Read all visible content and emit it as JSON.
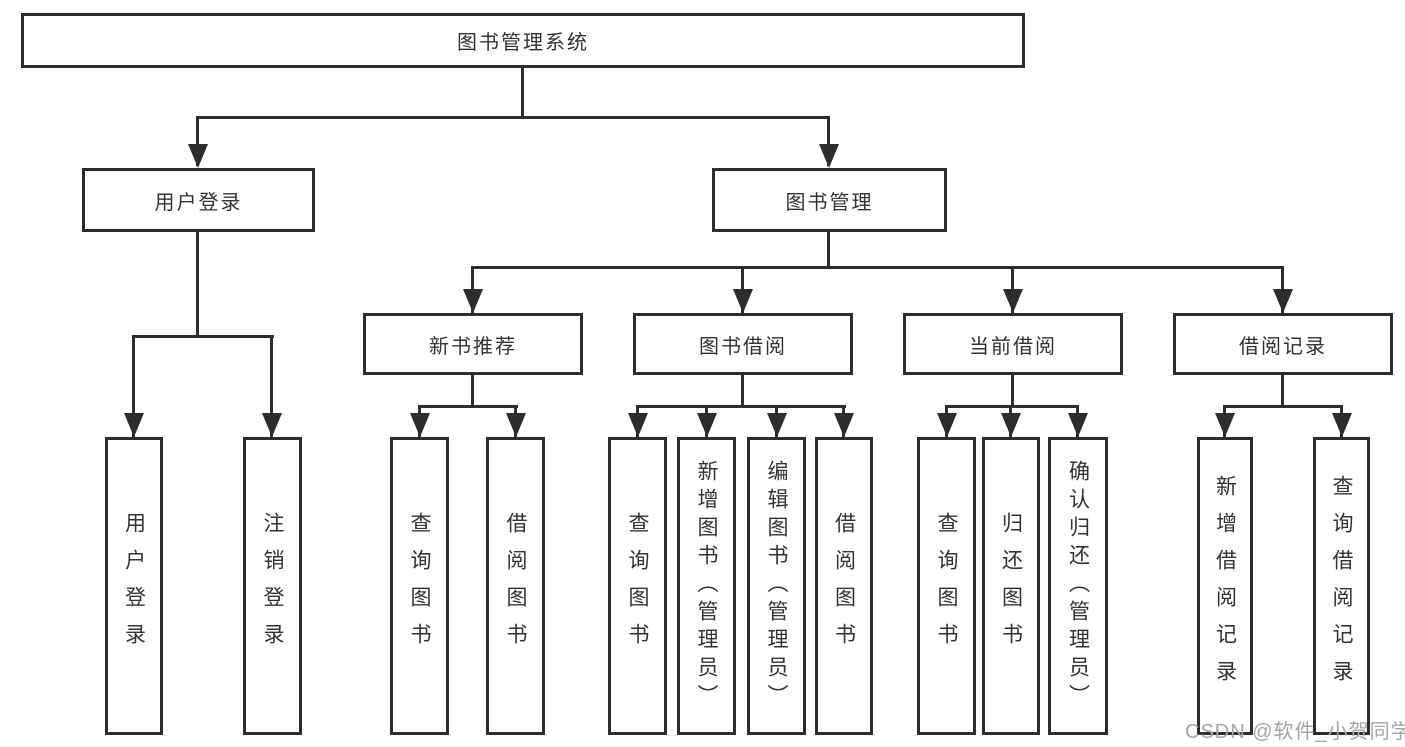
{
  "tree": {
    "label": "图书管理系统",
    "children": [
      {
        "label": "用户登录",
        "children": [
          {
            "label": "用户登录"
          },
          {
            "label": "注销登录"
          }
        ]
      },
      {
        "label": "图书管理",
        "children": [
          {
            "label": "新书推荐",
            "children": [
              {
                "label": "查询图书"
              },
              {
                "label": "借阅图书"
              }
            ]
          },
          {
            "label": "图书借阅",
            "children": [
              {
                "label": "查询图书"
              },
              {
                "label": "新增图书（管理员）"
              },
              {
                "label": "编辑图书（管理员）"
              },
              {
                "label": "借阅图书"
              }
            ]
          },
          {
            "label": "当前借阅",
            "children": [
              {
                "label": "查询图书"
              },
              {
                "label": "归还图书"
              },
              {
                "label": "确认归还（管理员）"
              }
            ]
          },
          {
            "label": "借阅记录",
            "children": [
              {
                "label": "新增借阅记录"
              },
              {
                "label": "查询借阅记录"
              }
            ]
          }
        ]
      }
    ]
  },
  "watermark": {
    "text": "CSDN @软件_小贺同学"
  },
  "colors": {
    "line": "#2d2d2d",
    "text": "#333333",
    "background": "#ffffff",
    "watermark": "#a6a6a6"
  }
}
